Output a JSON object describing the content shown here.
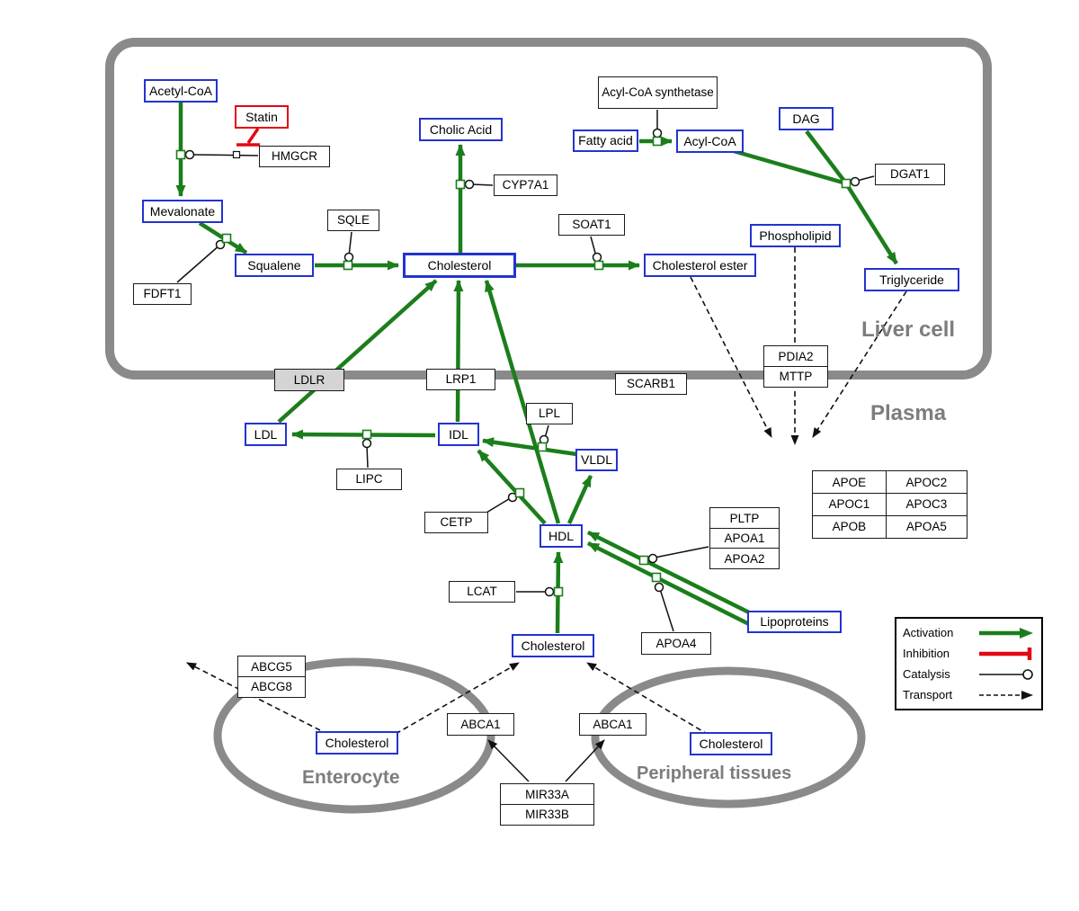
{
  "regions": {
    "liver": "Liver cell",
    "plasma": "Plasma",
    "enterocyte": "Enterocyte",
    "peripheral": "Peripheral tissues"
  },
  "nodes": {
    "acetyl_coa": "Acetyl-CoA",
    "statin": "Statin",
    "hmgcr": "HMGCR",
    "mevalonate": "Mevalonate",
    "fdft1": "FDFT1",
    "squalene": "Squalene",
    "sqle": "SQLE",
    "cholic_acid": "Cholic Acid",
    "cyp7a1": "CYP7A1",
    "cholesterol_liver": "Cholesterol",
    "soat1": "SOAT1",
    "cholesterol_ester": "Cholesterol ester",
    "acyl_coa_synthetase": "Acyl-CoA synthetase",
    "fatty_acid": "Fatty acid",
    "acyl_coa": "Acyl-CoA",
    "dag": "DAG",
    "dgat1": "DGAT1",
    "phospholipid": "Phospholipid",
    "triglyceride": "Triglyceride",
    "pdia2": "PDIA2",
    "mttp": "MTTP",
    "ldlr": "LDLR",
    "lrp1": "LRP1",
    "scarb1": "SCARB1",
    "ldl": "LDL",
    "idl": "IDL",
    "vldl": "VLDL",
    "hdl": "HDL",
    "lipc": "LIPC",
    "lpl": "LPL",
    "cetp": "CETP",
    "lcat": "LCAT",
    "pltp": "PLTP",
    "apoa1": "APOA1",
    "apoa2": "APOA2",
    "apoa4": "APOA4",
    "lipoproteins": "Lipoproteins",
    "cholesterol_plasma": "Cholesterol",
    "abcg5": "ABCG5",
    "abcg8": "ABCG8",
    "cholesterol_enterocyte": "Cholesterol",
    "abca1_enterocyte": "ABCA1",
    "abca1_peripheral": "ABCA1",
    "mir33a": "MIR33A",
    "mir33b": "MIR33B",
    "cholesterol_peripheral": "Cholesterol"
  },
  "apolipoproteins": {
    "rows": [
      [
        "APOE",
        "APOC2"
      ],
      [
        "APOC1",
        "APOC3"
      ],
      [
        "APOB",
        "APOA5"
      ]
    ]
  },
  "legend": {
    "activation": "Activation",
    "inhibition": "Inhibition",
    "catalysis": "Catalysis",
    "transport": "Transport"
  },
  "colors": {
    "activation_green": "#1b7e1b",
    "inhibition_red": "#e30613",
    "metabolite_border": "#2433cf",
    "membrane_gray": "#8a8a8a"
  }
}
